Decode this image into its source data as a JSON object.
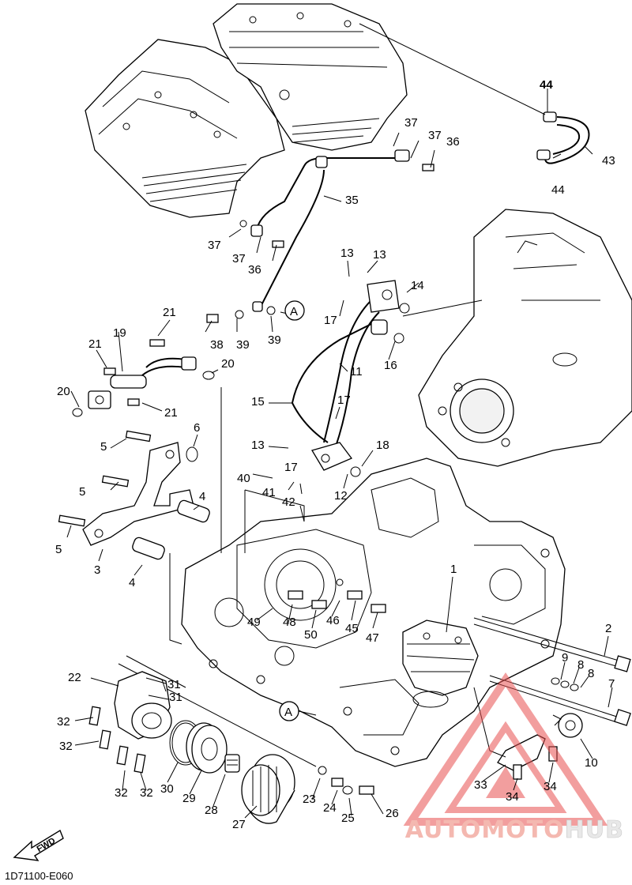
{
  "diagram": {
    "part_code": "1D71100-E060",
    "fwd_label": "FWD",
    "watermark": {
      "part1": "AUTOMOTO",
      "part2": "HUB",
      "color_primary": "#f4b8b0",
      "color_triangle": "#e85050"
    },
    "ref_marker": "A",
    "labels": [
      {
        "id": "44",
        "bold": true
      },
      {
        "id": "43"
      },
      {
        "id": "44"
      },
      {
        "id": "37"
      },
      {
        "id": "37"
      },
      {
        "id": "36"
      },
      {
        "id": "35"
      },
      {
        "id": "37"
      },
      {
        "id": "37"
      },
      {
        "id": "36"
      },
      {
        "id": "13"
      },
      {
        "id": "13"
      },
      {
        "id": "14"
      },
      {
        "id": "17"
      },
      {
        "id": "16"
      },
      {
        "id": "11"
      },
      {
        "id": "21"
      },
      {
        "id": "19"
      },
      {
        "id": "21"
      },
      {
        "id": "38"
      },
      {
        "id": "39"
      },
      {
        "id": "39"
      },
      {
        "id": "20"
      },
      {
        "id": "20"
      },
      {
        "id": "21"
      },
      {
        "id": "15"
      },
      {
        "id": "17"
      },
      {
        "id": "6"
      },
      {
        "id": "5"
      },
      {
        "id": "13"
      },
      {
        "id": "18"
      },
      {
        "id": "5"
      },
      {
        "id": "40"
      },
      {
        "id": "17"
      },
      {
        "id": "41"
      },
      {
        "id": "42"
      },
      {
        "id": "12"
      },
      {
        "id": "4"
      },
      {
        "id": "5"
      },
      {
        "id": "3"
      },
      {
        "id": "4"
      },
      {
        "id": "1"
      },
      {
        "id": "49"
      },
      {
        "id": "48"
      },
      {
        "id": "46"
      },
      {
        "id": "45"
      },
      {
        "id": "47"
      },
      {
        "id": "50"
      },
      {
        "id": "2"
      },
      {
        "id": "9"
      },
      {
        "id": "8"
      },
      {
        "id": "8"
      },
      {
        "id": "7"
      },
      {
        "id": "22"
      },
      {
        "id": "31"
      },
      {
        "id": "31"
      },
      {
        "id": "32"
      },
      {
        "id": "32"
      },
      {
        "id": "10"
      },
      {
        "id": "32"
      },
      {
        "id": "32"
      },
      {
        "id": "30"
      },
      {
        "id": "29"
      },
      {
        "id": "23"
      },
      {
        "id": "33"
      },
      {
        "id": "34"
      },
      {
        "id": "34"
      },
      {
        "id": "28"
      },
      {
        "id": "24"
      },
      {
        "id": "26"
      },
      {
        "id": "25"
      },
      {
        "id": "27"
      }
    ]
  }
}
